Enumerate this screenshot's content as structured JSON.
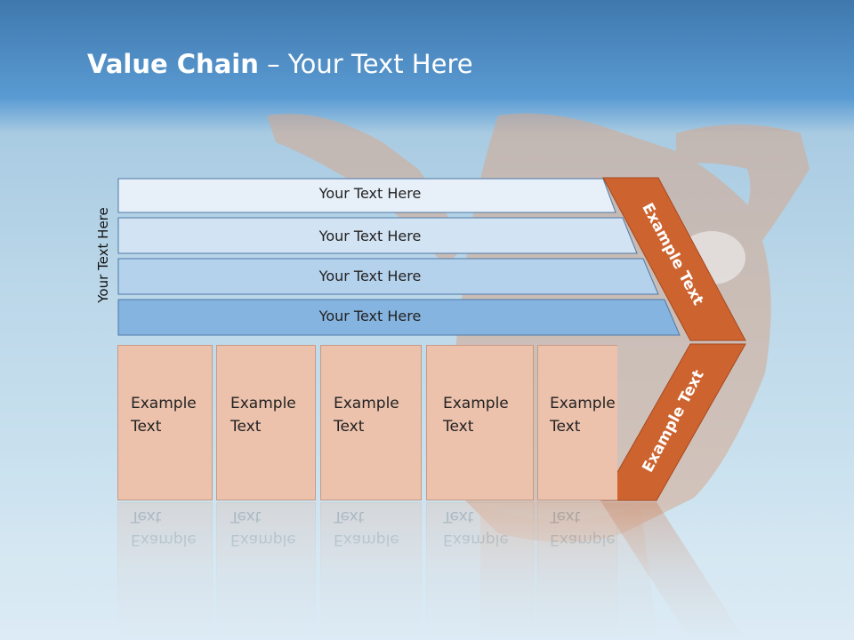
{
  "title": {
    "bold": "Value Chain",
    "rest": " – Your Text Here"
  },
  "side_label": "Your Text Here",
  "bars": [
    {
      "label": "Your Text Here"
    },
    {
      "label": "Your Text Here"
    },
    {
      "label": "Your Text Here"
    },
    {
      "label": "Your Text Here"
    }
  ],
  "boxes": [
    {
      "line1": "Example",
      "line2": "Text"
    },
    {
      "line1": "Example",
      "line2": "Text"
    },
    {
      "line1": "Example",
      "line2": "Text"
    },
    {
      "line1": "Example",
      "line2": "Text"
    },
    {
      "line1": "Example",
      "line2": "Text"
    }
  ],
  "arrow": {
    "upper": "Example Text",
    "lower": "Example Text"
  },
  "colors": {
    "bar1": "#e7f0f9",
    "bar2": "#d2e3f3",
    "bar3": "#b5d2ed",
    "bar4": "#86b4e0",
    "bar_stroke": "#4e78a6",
    "box_fill": "#ecc2ad",
    "arrow_fill": "#cd6430",
    "arrow_stroke": "#a8471c"
  }
}
